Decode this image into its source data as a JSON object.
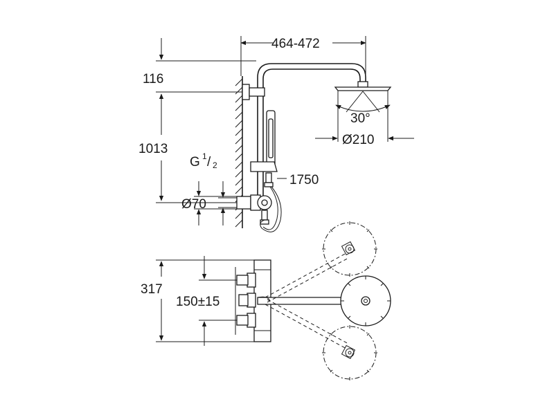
{
  "dimensions": {
    "arm_reach": "464-472",
    "top_offset": "116",
    "height": "1013",
    "thread": "G",
    "thread_num": "1",
    "thread_den": "2",
    "hose_length": "1750",
    "flange_diameter": "Ø70",
    "spray_angle": "30°",
    "head_diameter": "Ø210",
    "depth": "317",
    "inlet_spacing": "150±15"
  }
}
